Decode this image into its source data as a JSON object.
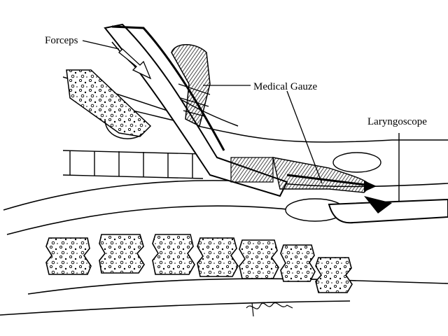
{
  "figure": {
    "labels": {
      "forceps": "Forceps",
      "medical_gauze": "Medical Gauze",
      "laryngoscope": "Laryngoscope"
    },
    "colors": {
      "ink": "#000000",
      "paper": "#ffffff"
    }
  }
}
